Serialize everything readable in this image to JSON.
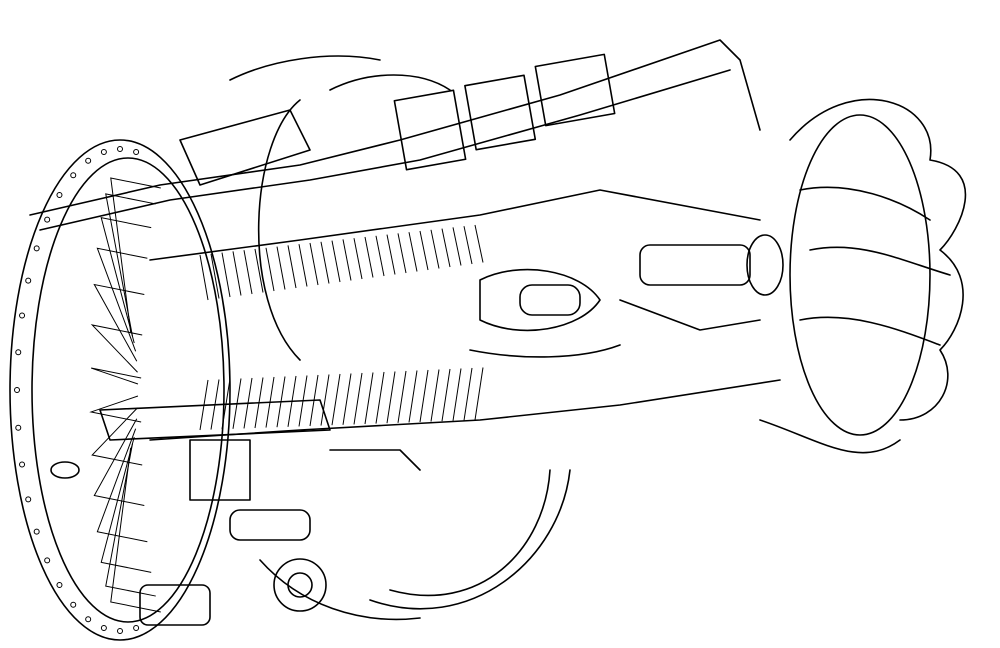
{
  "illustration": {
    "subject": "jet-engine-cutaway-line-drawing",
    "colors": {
      "stroke": "#000000",
      "background": "#ffffff"
    },
    "parts": [
      "fan",
      "fan-casing",
      "compressor",
      "combustor",
      "turbine",
      "exhaust-nozzle",
      "accessory-gearbox"
    ]
  }
}
